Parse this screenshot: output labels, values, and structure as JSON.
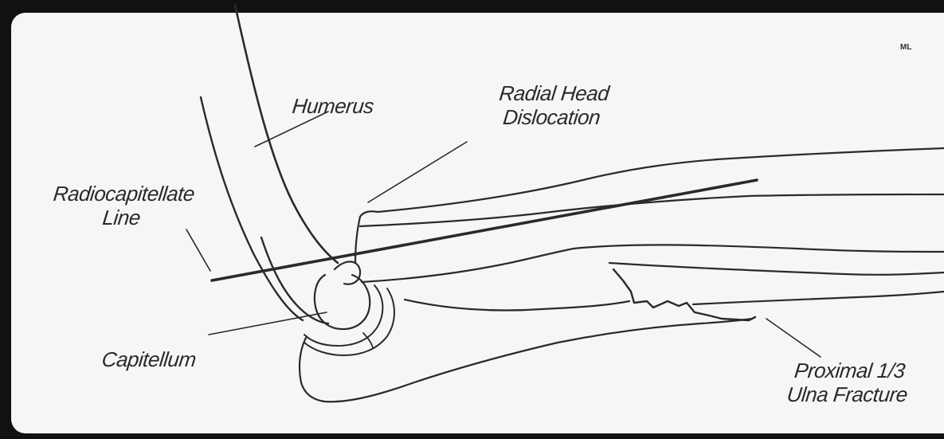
{
  "diagram": {
    "corner_mark": "ML",
    "labels": {
      "humerus": "Humerus",
      "radial_head_line1": "Radial Head",
      "radial_head_line2": "Dislocation",
      "radiocap_line1": "Radiocapitellate",
      "radiocap_line2": "Line",
      "capitellum": "Capitellum",
      "ulna_line1": "Proximal 1/3",
      "ulna_line2": "Ulna Fracture"
    },
    "colors": {
      "line": "#2a2a2a",
      "paper": "#f6f6f4",
      "frame": "#111111"
    }
  }
}
